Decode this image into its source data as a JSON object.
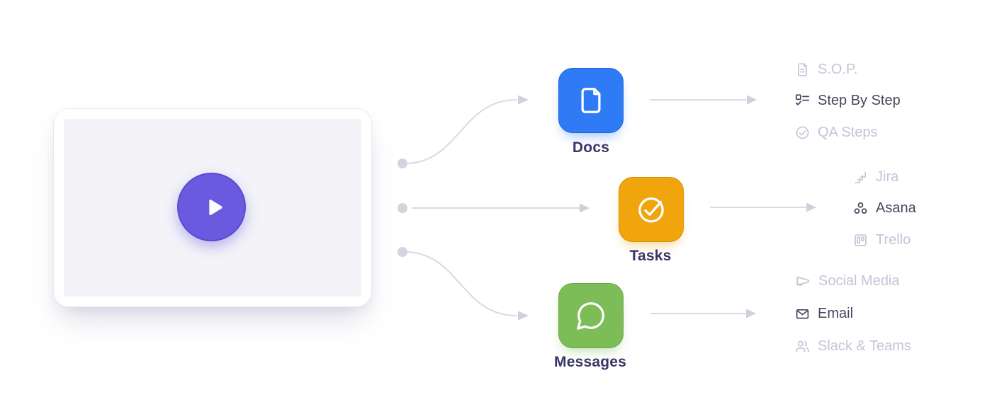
{
  "diagram": {
    "video": {
      "name": "video-placeholder",
      "play_label": "play"
    },
    "nodes": [
      {
        "label": "Docs",
        "color": "#2e7bf5",
        "icon": "document-icon"
      },
      {
        "label": "Tasks",
        "color": "#efa50b",
        "icon": "check-circle-icon"
      },
      {
        "label": "Messages",
        "color": "#7cbd58",
        "icon": "chat-bubble-icon"
      }
    ],
    "outputs": {
      "docs": {
        "items": [
          {
            "label": "S.O.P.",
            "icon": "file-text-icon",
            "highlighted": false
          },
          {
            "label": "Step By Step",
            "icon": "checklist-icon",
            "highlighted": true
          },
          {
            "label": "QA Steps",
            "icon": "circle-check-icon",
            "highlighted": false
          }
        ]
      },
      "tasks": {
        "items": [
          {
            "label": "Jira",
            "icon": "jira-icon",
            "highlighted": false
          },
          {
            "label": "Asana",
            "icon": "asana-icon",
            "highlighted": true
          },
          {
            "label": "Trello",
            "icon": "trello-icon",
            "highlighted": false
          }
        ]
      },
      "messages": {
        "items": [
          {
            "label": "Social Media",
            "icon": "megaphone-icon",
            "highlighted": false
          },
          {
            "label": "Email",
            "icon": "envelope-icon",
            "highlighted": true
          },
          {
            "label": "Slack & Teams",
            "icon": "users-icon",
            "highlighted": false
          }
        ]
      }
    },
    "colors": {
      "background": "#ffffff",
      "connector_line": "#d9dae3",
      "connector_dot": "#d2d4de",
      "arrowhead": "#ced0db",
      "inactive_text": "#c4c5d6",
      "active_text": "#47465f",
      "node_label_text": "#3a3468",
      "play_button": "#6a5ae0",
      "video_screen": "#f3f3f8"
    }
  }
}
